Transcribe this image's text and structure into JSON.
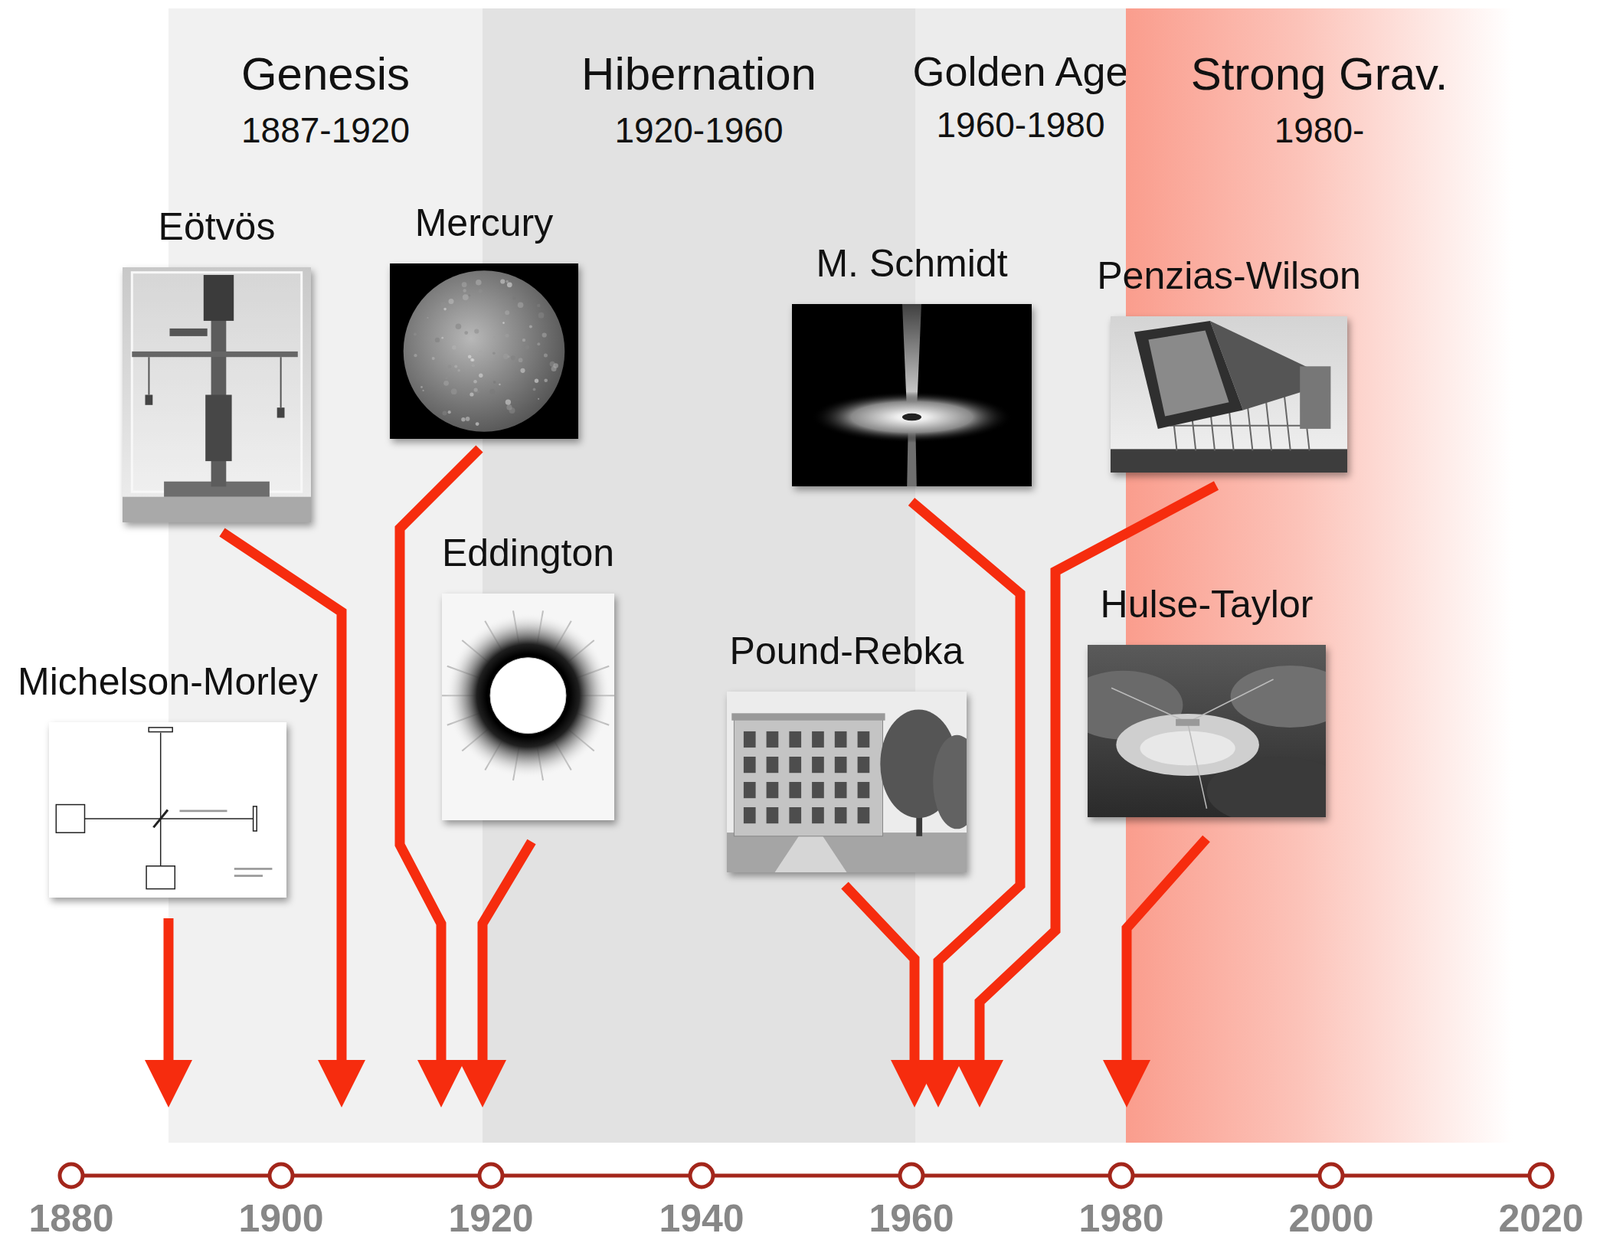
{
  "diagram": {
    "nodes": [
      {
        "text": [
          "Genesis",
          "1887-1920"
        ]
      },
      {
        "text": [
          "Hibernation",
          "1920-1960"
        ]
      },
      {
        "text": [
          "Golden Age",
          "1960-1980"
        ]
      },
      {
        "text": [
          "Strong Grav.",
          "1980-"
        ]
      },
      {
        "text": [
          "Eötvös"
        ]
      },
      {
        "text": [
          "Mercury"
        ]
      },
      {
        "text": [
          "M. Schmidt"
        ]
      },
      {
        "text": [
          "Penzias-Wilson"
        ]
      },
      {
        "text": [
          "Eddington"
        ]
      },
      {
        "text": [
          "Hulse-Taylor"
        ]
      },
      {
        "text": [
          "Pound-Rebka"
        ]
      },
      {
        "text": [
          "Michelson-Morley"
        ]
      }
    ],
    "labels": [
      "1880",
      "1900",
      "1920",
      "1940",
      "1960",
      "1980",
      "2000",
      "2020"
    ]
  }
}
